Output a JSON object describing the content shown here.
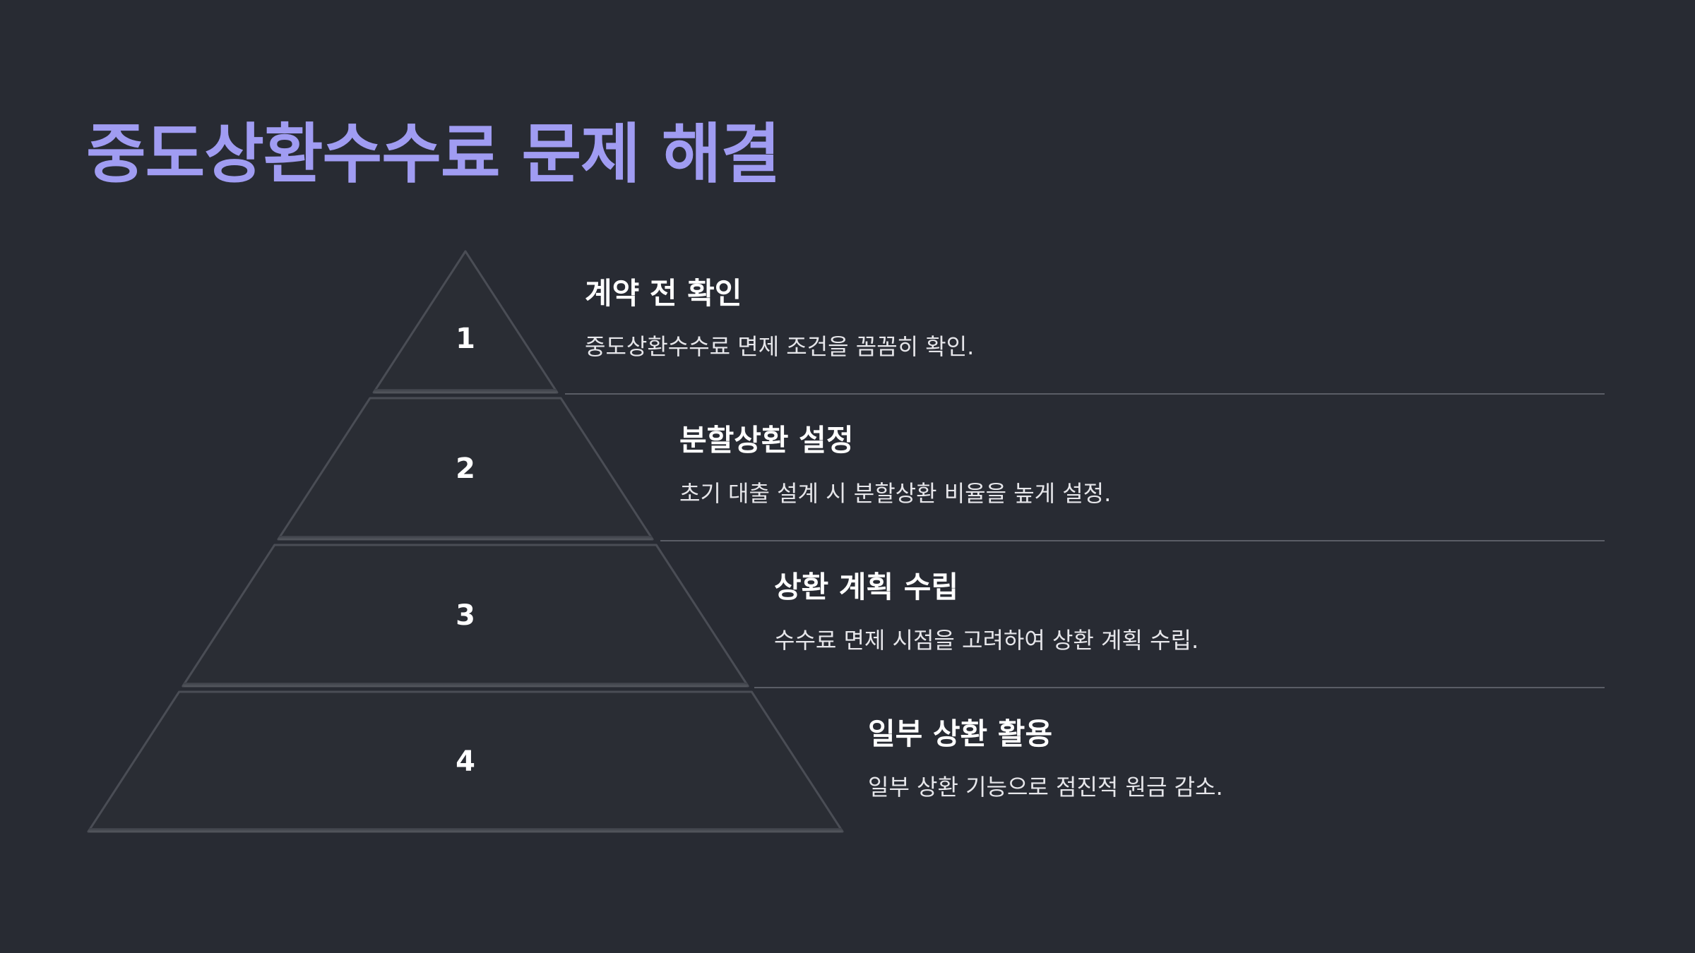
{
  "page": {
    "title": "중도상환수수료 문제 해결"
  },
  "colors": {
    "background": "#282b33",
    "title": "#a09cf2",
    "tier_fill": "#2a2d34",
    "tier_edge": "#4a4d55",
    "divider": "#5a5d66"
  },
  "tiers": [
    {
      "number": "1",
      "title": "계약 전 확인",
      "description": "중도상환수수료 면제 조건을 꼼꼼히 확인."
    },
    {
      "number": "2",
      "title": "분할상환 설정",
      "description": "초기 대출 설계 시 분할상환 비율을 높게 설정."
    },
    {
      "number": "3",
      "title": "상환 계획 수립",
      "description": "수수료 면제 시점을 고려하여 상환 계획 수립."
    },
    {
      "number": "4",
      "title": "일부 상환 활용",
      "description": "일부 상환 기능으로 점진적 원금 감소."
    }
  ]
}
